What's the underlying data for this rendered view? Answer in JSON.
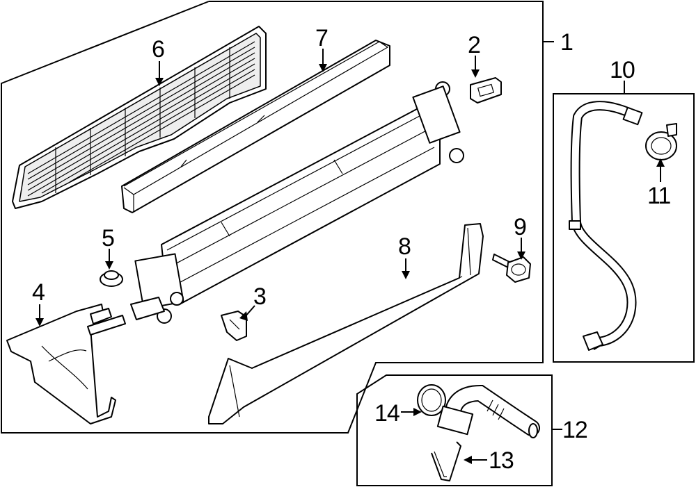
{
  "callouts": {
    "c1": "1",
    "c2": "2",
    "c3": "3",
    "c4": "4",
    "c5": "5",
    "c6": "6",
    "c7": "7",
    "c8": "8",
    "c9": "9",
    "c10": "10",
    "c11": "11",
    "c12": "12",
    "c13": "13",
    "c14": "14"
  },
  "icons": {
    "grille": "air-deflector-shield-icon",
    "seal": "upper-seal-icon",
    "radiator": "radiator-icon",
    "lower_shield": "lower-deflector-icon",
    "side_bracket": "side-baffle-icon",
    "grommet": "isolator-icon",
    "clip": "clip-icon",
    "bolt": "bolt-icon",
    "hose": "hose-icon",
    "clamp": "clamp-icon",
    "outlet": "outlet-pipe-icon",
    "oring": "o-ring-icon",
    "retainer": "retainer-clip-icon"
  }
}
